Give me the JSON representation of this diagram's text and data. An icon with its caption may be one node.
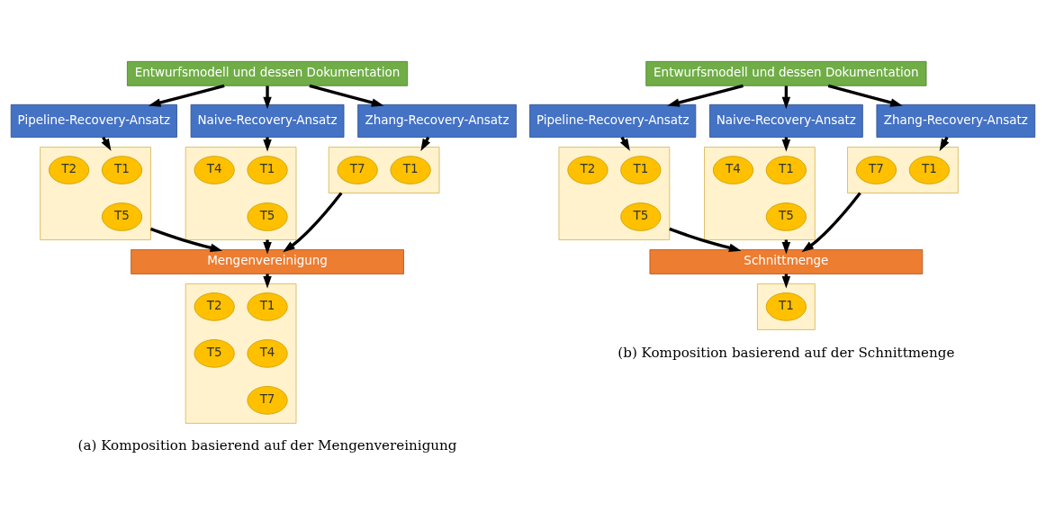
{
  "diagram": {
    "nodes": [
      {
        "text": [
          "Entwurfsmodell und dessen Dokumentation"
        ]
      },
      {
        "text": [
          "Pipeline-Recovery-Ansatz"
        ]
      },
      {
        "text": [
          "Zhang-Recovery-Ansatz"
        ]
      },
      {
        "text": [
          "Naive-Recovery-Ansatz"
        ]
      },
      {
        "text": [],
        "shape": "box"
      },
      {
        "text": [
          "T1"
        ],
        "in": 4
      },
      {
        "text": [
          "T2"
        ],
        "in": 4
      },
      {
        "text": [
          "T5"
        ],
        "in": 4
      },
      {
        "text": [],
        "shape": "box"
      },
      {
        "text": [
          "T1"
        ],
        "in": 8
      },
      {
        "text": [
          "T7"
        ],
        "in": 8
      },
      {
        "text": [],
        "shape": "box"
      },
      {
        "text": [
          "T1"
        ],
        "in": 11
      },
      {
        "text": [
          "T4"
        ],
        "in": 11
      },
      {
        "text": [
          "T5"
        ],
        "in": 11
      },
      {
        "text": [
          "Mengenvereinigung"
        ]
      },
      {
        "text": [],
        "shape": "box"
      },
      {
        "text": [
          "T1"
        ],
        "in": 16
      },
      {
        "text": [
          "T2"
        ],
        "in": 16
      },
      {
        "text": [
          "T4"
        ],
        "in": 16
      },
      {
        "text": [
          "T5"
        ],
        "in": 16
      },
      {
        "text": [
          "T7"
        ],
        "in": 16
      },
      {
        "text": [
          "Entwurfsmodell und dessen Dokumentation"
        ]
      },
      {
        "text": [
          "Pipeline-Recovery-Ansatz"
        ]
      },
      {
        "text": [
          "Zhang-Recovery-Ansatz"
        ]
      },
      {
        "text": [
          "Naive-Recovery-Ansatz"
        ]
      },
      {
        "text": [],
        "shape": "box"
      },
      {
        "text": [
          "T1"
        ],
        "in": 26
      },
      {
        "text": [
          "T2"
        ],
        "in": 26
      },
      {
        "text": [
          "T5"
        ],
        "in": 26
      },
      {
        "text": [],
        "shape": "box"
      },
      {
        "text": [
          "T1"
        ],
        "in": 30
      },
      {
        "text": [
          "T7"
        ],
        "in": 30
      },
      {
        "text": [],
        "shape": "box"
      },
      {
        "text": [
          "T1"
        ],
        "in": 33
      },
      {
        "text": [
          "T4"
        ],
        "in": 33
      },
      {
        "text": [
          "T5"
        ],
        "in": 33
      },
      {
        "text": [
          "Schnittmenge"
        ]
      },
      {
        "text": [],
        "shape": "box"
      },
      {
        "text": [
          "T1"
        ],
        "in": 38
      }
    ],
    "edges": [
      {
        "from": 0,
        "to": 1,
        "arrow": "to"
      },
      {
        "from": 0,
        "to": 2,
        "arrow": "to"
      },
      {
        "from": 0,
        "to": 3,
        "arrow": "to"
      },
      {
        "from": 1,
        "to": 4,
        "arrow": "to"
      },
      {
        "from": 2,
        "to": 8,
        "arrow": "to"
      },
      {
        "from": 3,
        "to": 11,
        "arrow": "to"
      },
      {
        "from": 4,
        "to": 15,
        "arrow": "to"
      },
      {
        "from": 8,
        "to": 15,
        "arrow": "to"
      },
      {
        "from": 11,
        "to": 15,
        "arrow": "to"
      },
      {
        "from": 15,
        "to": 16,
        "arrow": "to"
      },
      {
        "from": 22,
        "to": 23,
        "arrow": "to"
      },
      {
        "from": 22,
        "to": 24,
        "arrow": "to"
      },
      {
        "from": 22,
        "to": 25,
        "arrow": "to"
      },
      {
        "from": 23,
        "to": 26,
        "arrow": "to"
      },
      {
        "from": 24,
        "to": 30,
        "arrow": "to"
      },
      {
        "from": 25,
        "to": 33,
        "arrow": "to"
      },
      {
        "from": 26,
        "to": 37,
        "arrow": "to"
      },
      {
        "from": 30,
        "to": 37,
        "arrow": "to"
      },
      {
        "from": 33,
        "to": 37,
        "arrow": "to"
      },
      {
        "from": 37,
        "to": 38,
        "arrow": "to"
      }
    ],
    "labels": [
      "(a) Komposition basierend auf der Mengenvereinigung",
      "(b) Komposition basierend auf der Schnittmenge"
    ]
  }
}
